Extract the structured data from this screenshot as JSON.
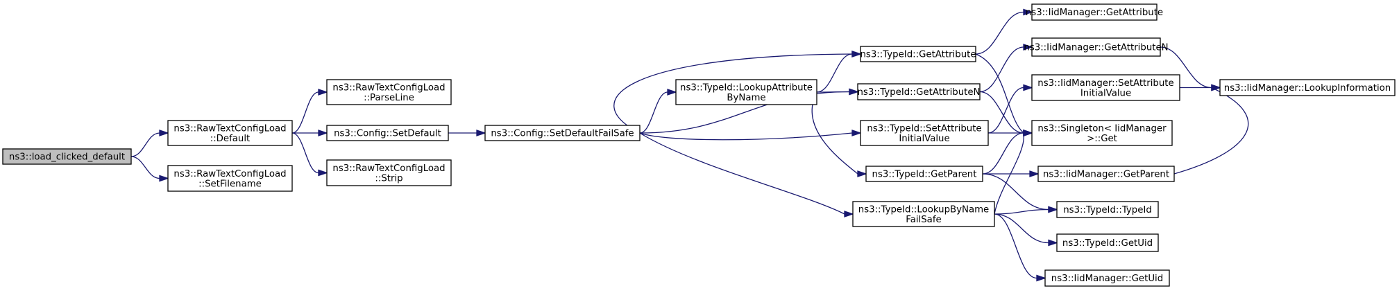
{
  "colors": {
    "edge": "#191970",
    "root_fill": "#bfbfbf",
    "node_fill": "#ffffff",
    "border": "#000000"
  },
  "nodes": [
    {
      "id": "load_clicked_default",
      "lines": [
        "ns3::load_clicked_default"
      ],
      "root": true
    },
    {
      "id": "rtcl_default",
      "lines": [
        "ns3::RawTextConfigLoad",
        "::Default"
      ]
    },
    {
      "id": "rtcl_setfilename",
      "lines": [
        "ns3::RawTextConfigLoad",
        "::SetFilename"
      ]
    },
    {
      "id": "rtcl_parseline",
      "lines": [
        "ns3::RawTextConfigLoad",
        "::ParseLine"
      ]
    },
    {
      "id": "config_setdefault",
      "lines": [
        "ns3::Config::SetDefault"
      ]
    },
    {
      "id": "rtcl_strip",
      "lines": [
        "ns3::RawTextConfigLoad",
        "::Strip"
      ]
    },
    {
      "id": "config_setdefaultfailsafe",
      "lines": [
        "ns3::Config::SetDefaultFailSafe"
      ]
    },
    {
      "id": "typeid_lookupattributebyname",
      "lines": [
        "ns3::TypeId::LookupAttribute",
        "ByName"
      ]
    },
    {
      "id": "typeid_getattribute",
      "lines": [
        "ns3::TypeId::GetAttribute"
      ]
    },
    {
      "id": "typeid_getattributen",
      "lines": [
        "ns3::TypeId::GetAttributeN"
      ]
    },
    {
      "id": "typeid_setattributeinitialvalue",
      "lines": [
        "ns3::TypeId::SetAttribute",
        "InitialValue"
      ]
    },
    {
      "id": "typeid_getparent",
      "lines": [
        "ns3::TypeId::GetParent"
      ]
    },
    {
      "id": "typeid_lookupbynamefailsafe",
      "lines": [
        "ns3::TypeId::LookupByName",
        "FailSafe"
      ]
    },
    {
      "id": "iid_getattribute",
      "lines": [
        "ns3::IidManager::GetAttribute"
      ]
    },
    {
      "id": "iid_getattributen",
      "lines": [
        "ns3::IidManager::GetAttributeN"
      ]
    },
    {
      "id": "iid_setattributeinitialvalue",
      "lines": [
        "ns3::IidManager::SetAttribute",
        "InitialValue"
      ]
    },
    {
      "id": "singleton_get",
      "lines": [
        "ns3::Singleton< IidManager",
        " >::Get"
      ]
    },
    {
      "id": "iid_getparent",
      "lines": [
        "ns3::IidManager::GetParent"
      ]
    },
    {
      "id": "typeid_typeid",
      "lines": [
        "ns3::TypeId::TypeId"
      ]
    },
    {
      "id": "typeid_getuid",
      "lines": [
        "ns3::TypeId::GetUid"
      ]
    },
    {
      "id": "iid_getuid",
      "lines": [
        "ns3::IidManager::GetUid"
      ]
    },
    {
      "id": "iid_lookupinformation",
      "lines": [
        "ns3::IidManager::LookupInformation"
      ]
    }
  ],
  "edges": [
    [
      "load_clicked_default",
      "rtcl_default"
    ],
    [
      "load_clicked_default",
      "rtcl_setfilename"
    ],
    [
      "rtcl_default",
      "rtcl_parseline"
    ],
    [
      "rtcl_default",
      "config_setdefault"
    ],
    [
      "rtcl_default",
      "rtcl_strip"
    ],
    [
      "config_setdefault",
      "config_setdefaultfailsafe"
    ],
    [
      "config_setdefaultfailsafe",
      "typeid_getattribute"
    ],
    [
      "config_setdefaultfailsafe",
      "typeid_lookupattributebyname"
    ],
    [
      "config_setdefaultfailsafe",
      "typeid_getattributen"
    ],
    [
      "config_setdefaultfailsafe",
      "typeid_setattributeinitialvalue"
    ],
    [
      "config_setdefaultfailsafe",
      "typeid_lookupbynamefailsafe"
    ],
    [
      "typeid_lookupattributebyname",
      "typeid_getattribute"
    ],
    [
      "typeid_lookupattributebyname",
      "typeid_getattributen"
    ],
    [
      "typeid_lookupattributebyname",
      "typeid_getparent"
    ],
    [
      "typeid_getattribute",
      "iid_getattribute"
    ],
    [
      "typeid_getattribute",
      "singleton_get"
    ],
    [
      "typeid_getattributen",
      "iid_getattributen"
    ],
    [
      "typeid_getattributen",
      "singleton_get"
    ],
    [
      "typeid_setattributeinitialvalue",
      "iid_setattributeinitialvalue"
    ],
    [
      "typeid_setattributeinitialvalue",
      "singleton_get"
    ],
    [
      "typeid_getparent",
      "singleton_get"
    ],
    [
      "typeid_getparent",
      "iid_getparent"
    ],
    [
      "typeid_getparent",
      "typeid_typeid"
    ],
    [
      "typeid_lookupbynamefailsafe",
      "singleton_get"
    ],
    [
      "typeid_lookupbynamefailsafe",
      "typeid_typeid"
    ],
    [
      "typeid_lookupbynamefailsafe",
      "typeid_getuid"
    ],
    [
      "typeid_lookupbynamefailsafe",
      "iid_getuid"
    ],
    [
      "iid_getattributen",
      "iid_lookupinformation"
    ],
    [
      "iid_setattributeinitialvalue",
      "iid_lookupinformation"
    ],
    [
      "iid_getparent",
      "iid_lookupinformation"
    ]
  ]
}
